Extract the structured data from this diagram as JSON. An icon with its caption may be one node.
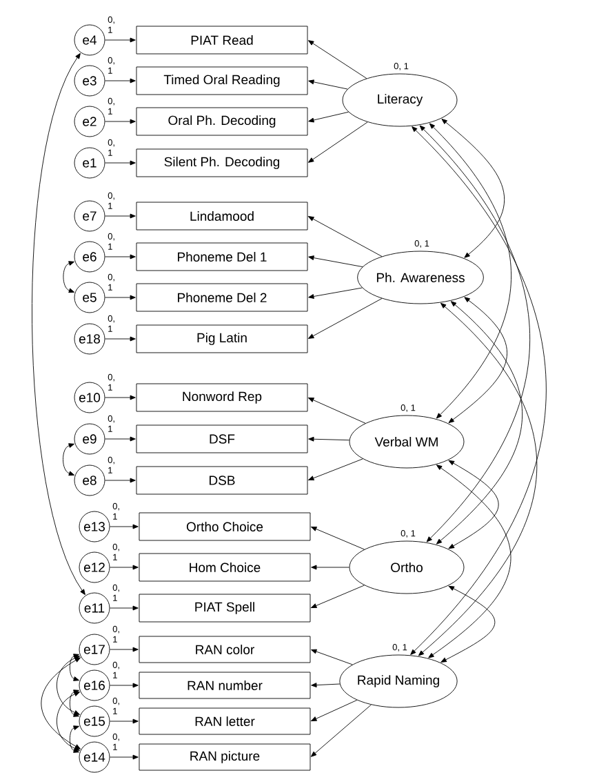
{
  "diagram": {
    "nodes": [
      {
        "text": [
          "e4"
        ],
        "beside": [
          "0, 1"
        ]
      },
      {
        "text": [
          "PIAT Read"
        ]
      },
      {
        "text": [
          "e3"
        ],
        "beside": [
          "0, 1"
        ]
      },
      {
        "text": [
          "Timed Oral Reading"
        ]
      },
      {
        "text": [
          "e2"
        ],
        "beside": [
          "0, 1"
        ]
      },
      {
        "text": [
          "Oral Ph. Decoding"
        ]
      },
      {
        "text": [
          "e1"
        ],
        "beside": [
          "0, 1"
        ]
      },
      {
        "text": [
          "Silent Ph. Decoding"
        ]
      },
      {
        "text": [
          "Literacy"
        ],
        "beside": [
          "0, 1"
        ]
      },
      {
        "text": [
          "e7"
        ],
        "beside": [
          "0, 1"
        ]
      },
      {
        "text": [
          "Lindamood"
        ]
      },
      {
        "text": [
          "e6"
        ],
        "beside": [
          "0, 1"
        ]
      },
      {
        "text": [
          "Phoneme Del 1"
        ]
      },
      {
        "text": [
          "e5"
        ],
        "beside": [
          "0, 1"
        ]
      },
      {
        "text": [
          "Phoneme Del 2"
        ]
      },
      {
        "text": [
          "e18"
        ],
        "beside": [
          "0, 1"
        ]
      },
      {
        "text": [
          "Pig Latin"
        ]
      },
      {
        "text": [
          "Ph. Awareness"
        ],
        "beside": [
          "0, 1"
        ]
      },
      {
        "text": [
          "e10"
        ],
        "beside": [
          "0, 1"
        ]
      },
      {
        "text": [
          "Nonword Rep"
        ]
      },
      {
        "text": [
          "e9"
        ],
        "beside": [
          "0, 1"
        ]
      },
      {
        "text": [
          "DSF"
        ]
      },
      {
        "text": [
          "e8"
        ],
        "beside": [
          "0, 1"
        ]
      },
      {
        "text": [
          "DSB"
        ]
      },
      {
        "text": [
          "Verbal WM"
        ],
        "beside": [
          "0, 1"
        ]
      },
      {
        "text": [
          "e13"
        ],
        "beside": [
          "0, 1"
        ]
      },
      {
        "text": [
          "Ortho Choice"
        ]
      },
      {
        "text": [
          "e12"
        ],
        "beside": [
          "0, 1"
        ]
      },
      {
        "text": [
          "Hom Choice"
        ]
      },
      {
        "text": [
          "e11"
        ],
        "beside": [
          "0, 1"
        ]
      },
      {
        "text": [
          "PIAT Spell"
        ]
      },
      {
        "text": [
          "Ortho"
        ],
        "beside": [
          "0, 1"
        ]
      },
      {
        "text": [
          "e17"
        ],
        "beside": [
          "0, 1"
        ]
      },
      {
        "text": [
          "RAN color"
        ]
      },
      {
        "text": [
          "e16"
        ],
        "beside": [
          "0, 1"
        ]
      },
      {
        "text": [
          "RAN number"
        ]
      },
      {
        "text": [
          "e15"
        ],
        "beside": [
          "0, 1"
        ]
      },
      {
        "text": [
          "RAN letter"
        ]
      },
      {
        "text": [
          "e14"
        ],
        "beside": [
          "0, 1"
        ]
      },
      {
        "text": [
          "RAN picture"
        ]
      },
      {
        "text": [
          "Rapid Naming"
        ],
        "beside": [
          "0, 1"
        ]
      }
    ],
    "edges": [
      {
        "from": 0,
        "to": 1,
        "arrow": "to"
      },
      {
        "from": 2,
        "to": 3,
        "arrow": "to"
      },
      {
        "from": 4,
        "to": 5,
        "arrow": "to"
      },
      {
        "from": 6,
        "to": 7,
        "arrow": "to"
      },
      {
        "from": 8,
        "to": 1,
        "arrow": "to"
      },
      {
        "from": 8,
        "to": 3,
        "arrow": "to"
      },
      {
        "from": 8,
        "to": 5,
        "arrow": "to"
      },
      {
        "from": 8,
        "to": 7,
        "arrow": "to"
      },
      {
        "from": 9,
        "to": 10,
        "arrow": "to"
      },
      {
        "from": 11,
        "to": 12,
        "arrow": "to"
      },
      {
        "from": 13,
        "to": 14,
        "arrow": "to"
      },
      {
        "from": 15,
        "to": 16,
        "arrow": "to"
      },
      {
        "from": 17,
        "to": 10,
        "arrow": "to"
      },
      {
        "from": 17,
        "to": 12,
        "arrow": "to"
      },
      {
        "from": 17,
        "to": 14,
        "arrow": "to"
      },
      {
        "from": 17,
        "to": 16,
        "arrow": "to"
      },
      {
        "from": 18,
        "to": 19,
        "arrow": "to"
      },
      {
        "from": 20,
        "to": 21,
        "arrow": "to"
      },
      {
        "from": 22,
        "to": 23,
        "arrow": "to"
      },
      {
        "from": 24,
        "to": 19,
        "arrow": "to"
      },
      {
        "from": 24,
        "to": 21,
        "arrow": "to"
      },
      {
        "from": 24,
        "to": 23,
        "arrow": "to"
      },
      {
        "from": 25,
        "to": 26,
        "arrow": "to"
      },
      {
        "from": 27,
        "to": 28,
        "arrow": "to"
      },
      {
        "from": 29,
        "to": 30,
        "arrow": "to"
      },
      {
        "from": 31,
        "to": 26,
        "arrow": "to"
      },
      {
        "from": 31,
        "to": 28,
        "arrow": "to"
      },
      {
        "from": 31,
        "to": 30,
        "arrow": "to"
      },
      {
        "from": 32,
        "to": 33,
        "arrow": "to"
      },
      {
        "from": 34,
        "to": 35,
        "arrow": "to"
      },
      {
        "from": 36,
        "to": 37,
        "arrow": "to"
      },
      {
        "from": 38,
        "to": 39,
        "arrow": "to"
      },
      {
        "from": 40,
        "to": 33,
        "arrow": "to"
      },
      {
        "from": 40,
        "to": 35,
        "arrow": "to"
      },
      {
        "from": 40,
        "to": 37,
        "arrow": "to"
      },
      {
        "from": 40,
        "to": 39,
        "arrow": "to"
      },
      {
        "from": 8,
        "to": 17,
        "arrow": "both"
      },
      {
        "from": 8,
        "to": 24,
        "arrow": "both"
      },
      {
        "from": 8,
        "to": 31,
        "arrow": "both"
      },
      {
        "from": 8,
        "to": 40,
        "arrow": "both"
      },
      {
        "from": 17,
        "to": 24,
        "arrow": "both"
      },
      {
        "from": 17,
        "to": 31,
        "arrow": "both"
      },
      {
        "from": 17,
        "to": 40,
        "arrow": "both"
      },
      {
        "from": 24,
        "to": 31,
        "arrow": "both"
      },
      {
        "from": 24,
        "to": 40,
        "arrow": "both"
      },
      {
        "from": 31,
        "to": 40,
        "arrow": "both"
      },
      {
        "from": 0,
        "to": 29,
        "arrow": "both"
      },
      {
        "from": 11,
        "to": 13,
        "arrow": "both"
      },
      {
        "from": 20,
        "to": 22,
        "arrow": "both"
      },
      {
        "from": 32,
        "to": 34,
        "arrow": "both"
      },
      {
        "from": 32,
        "to": 36,
        "arrow": "both"
      },
      {
        "from": 32,
        "to": 38,
        "arrow": "both"
      },
      {
        "from": 34,
        "to": 36,
        "arrow": "both"
      },
      {
        "from": 34,
        "to": 38,
        "arrow": "both"
      },
      {
        "from": 36,
        "to": 38,
        "arrow": "both"
      }
    ]
  }
}
